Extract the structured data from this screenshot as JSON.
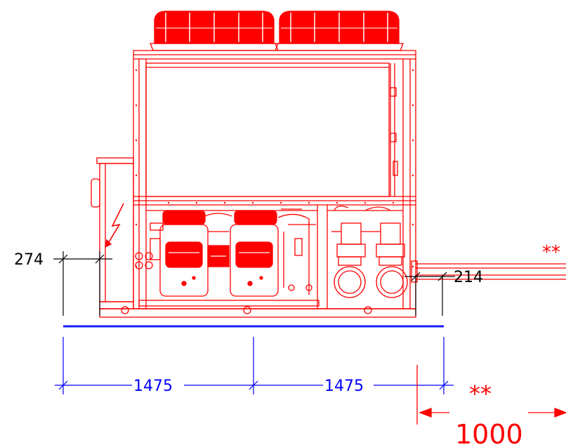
{
  "colors": {
    "unit": "#ff0000",
    "base": "#1a1aff",
    "dimension": "#0000ff",
    "extension": "#000000",
    "background": "#ffffff"
  },
  "dimensions": {
    "left_offset": "274",
    "right_offset": "214",
    "span_left": "1475",
    "span_right": "1475",
    "marker_top": "**",
    "marker_bottom": "**",
    "clearance": "1000"
  },
  "icons": {
    "electrical_panel": "lightning-bolt-icon"
  }
}
